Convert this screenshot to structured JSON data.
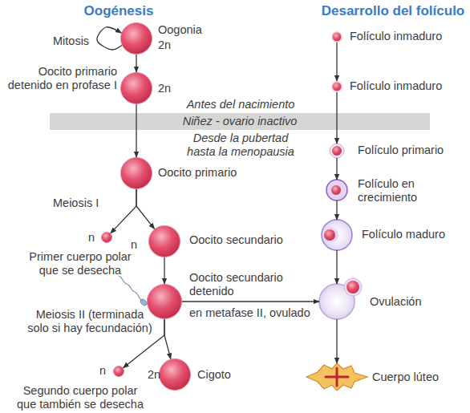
{
  "diagram": {
    "nodes": [
      {
        "text": [
          "Oogonia",
          "2n"
        ]
      },
      {
        "text": [
          "Oocito primario detenido en profase I",
          "2n"
        ]
      },
      {
        "text": [
          "Oocito primario"
        ]
      },
      {
        "text": [
          "n",
          "Primer cuerpo polar que se desecha"
        ]
      },
      {
        "text": [
          "n",
          "Oocito secundario"
        ]
      },
      {
        "text": [
          "Oocito secundario detenido",
          "en metafase II, ovulado"
        ]
      },
      {
        "text": [
          "n",
          "Segundo cuerpo polar que también se desecha"
        ]
      },
      {
        "text": [
          "2n",
          "Cigoto"
        ]
      },
      {
        "text": [
          "Niñez - ovario inactivo"
        ]
      },
      {
        "text": [
          "Folículo inmaduro"
        ]
      },
      {
        "text": [
          "Folículo inmaduro"
        ]
      },
      {
        "text": [
          "Folículo primario"
        ]
      },
      {
        "text": [
          "Folículo en crecimiento"
        ]
      },
      {
        "text": [
          "Folículo maduro"
        ]
      },
      {
        "text": [
          "Ovulación"
        ]
      },
      {
        "text": [
          "Cuerpo lúteo"
        ]
      }
    ],
    "edges": [
      {
        "from": 0,
        "to": 0,
        "arrow": "to",
        "label": "Mitosis"
      },
      {
        "from": 0,
        "to": 1,
        "arrow": "to"
      },
      {
        "from": 1,
        "to": 2,
        "arrow": "to"
      },
      {
        "from": 2,
        "to": 3,
        "arrow": "to"
      },
      {
        "from": 2,
        "to": 4,
        "arrow": "to"
      },
      {
        "from": 4,
        "to": 5,
        "arrow": "to"
      },
      {
        "from": 5,
        "to": 6,
        "arrow": "to"
      },
      {
        "from": 5,
        "to": 7,
        "arrow": "to"
      },
      {
        "from": 5,
        "to": 14,
        "arrow": "to"
      },
      {
        "from": 9,
        "to": 10,
        "arrow": "to"
      },
      {
        "from": 10,
        "to": 11,
        "arrow": "to"
      },
      {
        "from": 11,
        "to": 12,
        "arrow": "to"
      },
      {
        "from": 12,
        "to": 13,
        "arrow": "to"
      },
      {
        "from": 13,
        "to": 14,
        "arrow": "to"
      },
      {
        "from": 14,
        "to": 15,
        "arrow": "to"
      }
    ],
    "labels": [
      "Oogénesis",
      "Desarrollo del folículo",
      "Antes del nacimiento",
      "Desde la pubertad hasta la menopausia",
      "Meiosis I",
      "Meiosis II (terminada solo si hay fecundación)"
    ]
  }
}
